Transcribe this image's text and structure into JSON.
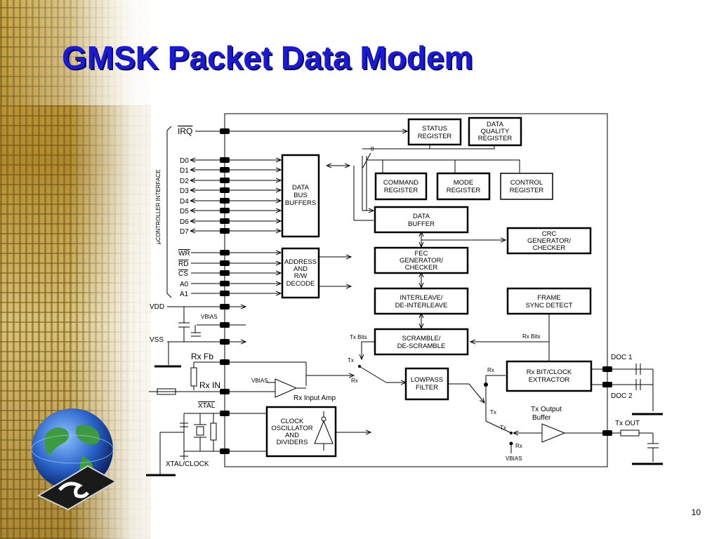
{
  "slide": {
    "title": "GMSK Packet Data Modem",
    "page_number": "10"
  },
  "diagram": {
    "interface_label": "µCONTROLLER INTERFACE",
    "pins": {
      "irq": "IRQ",
      "data": [
        "D0",
        "D1",
        "D2",
        "D3",
        "D4",
        "D5",
        "D6",
        "D7"
      ],
      "wr": "WR",
      "rd": "RD",
      "cs": "CS",
      "a0": "A0",
      "a1": "A1",
      "vdd": "VDD",
      "vbias": "VBIAS",
      "vss": "VSS",
      "rx_fb": "Rx Fb",
      "rx_in": "Rx IN",
      "xtal": "XTAL",
      "xtal_clock": "XTAL/CLOCK",
      "doc1": "DOC 1",
      "doc2": "DOC 2",
      "tx_out": "Tx OUT"
    },
    "blocks": {
      "status_register": [
        "STATUS",
        "REGISTER"
      ],
      "data_quality_register": [
        "DATA",
        "QUALITY",
        "REGISTER"
      ],
      "command_register": [
        "COMMAND",
        "REGISTER"
      ],
      "mode_register": [
        "MODE",
        "REGISTER"
      ],
      "control_register": [
        "CONTROL",
        "REGISTER"
      ],
      "data_bus_buffers": [
        "DATA",
        "BUS",
        "BUFFERS"
      ],
      "address_decode": [
        "ADDRESS",
        "AND",
        "R/W",
        "DECODE"
      ],
      "data_buffer": [
        "DATA",
        "BUFFER"
      ],
      "crc": [
        "CRC",
        "GENERATOR/",
        "CHECKER"
      ],
      "fec": [
        "FEC",
        "GENERATOR/",
        "CHECKER"
      ],
      "interleave": [
        "INTERLEAVE/",
        "DE-INTERLEAVE"
      ],
      "frame_sync": [
        "FRAME",
        "SYNC DETECT"
      ],
      "scramble": [
        "SCRAMBLE/",
        "DE-SCRAMBLE"
      ],
      "lowpass": [
        "LOWPASS",
        "FILTER"
      ],
      "rx_bit_clock": [
        "Rx BIT/CLOCK",
        "EXTRACTOR"
      ],
      "clock_osc": [
        "CLOCK",
        "OSCILLATOR",
        "AND",
        "DIVIDERS"
      ]
    },
    "labels": {
      "bus_width": "8",
      "tx_bits": "Tx Bits",
      "rx_bits": "Rx Bits",
      "tx": "Tx",
      "rx": "Rx",
      "vbias": "VBIAS",
      "vbias2": "VBIAS",
      "rx_input_amp": "Rx Input Amp",
      "tx_output_buffer": [
        "Tx Output",
        "Buffer"
      ]
    }
  }
}
